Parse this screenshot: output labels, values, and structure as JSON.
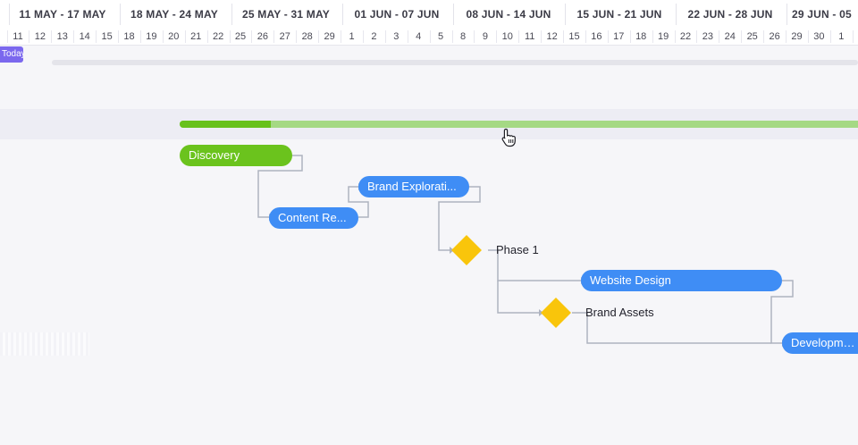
{
  "timeline": {
    "weeks": [
      "11 MAY - 17 MAY",
      "18 MAY - 24 MAY",
      "25 MAY - 31 MAY",
      "01 JUN - 07 JUN",
      "08 JUN - 14 JUN",
      "15 JUN - 21 JUN",
      "22 JUN - 28 JUN",
      "29 JUN - 05"
    ],
    "days": [
      "11",
      "12",
      "13",
      "14",
      "15",
      "18",
      "19",
      "20",
      "21",
      "22",
      "25",
      "26",
      "27",
      "28",
      "29",
      "1",
      "2",
      "3",
      "4",
      "5",
      "8",
      "9",
      "10",
      "11",
      "12",
      "15",
      "16",
      "17",
      "18",
      "19",
      "22",
      "23",
      "24",
      "25",
      "26",
      "29",
      "30",
      "1"
    ],
    "today_label": "Today"
  },
  "tasks": {
    "discovery": "Discovery",
    "content_research": "Content Re...",
    "brand_exploration": "Brand Explorati...",
    "website_design": "Website Design",
    "development": "Development"
  },
  "milestones": {
    "phase_1": "Phase 1",
    "brand_assets": "Brand Assets"
  },
  "colors": {
    "phase_bar": "#6bc31d",
    "task_bar": "#3f8df5",
    "milestone": "#f9c50b",
    "today_badge": "#7b68ee"
  },
  "icons": {
    "cursor": "hand-pointer-icon"
  }
}
